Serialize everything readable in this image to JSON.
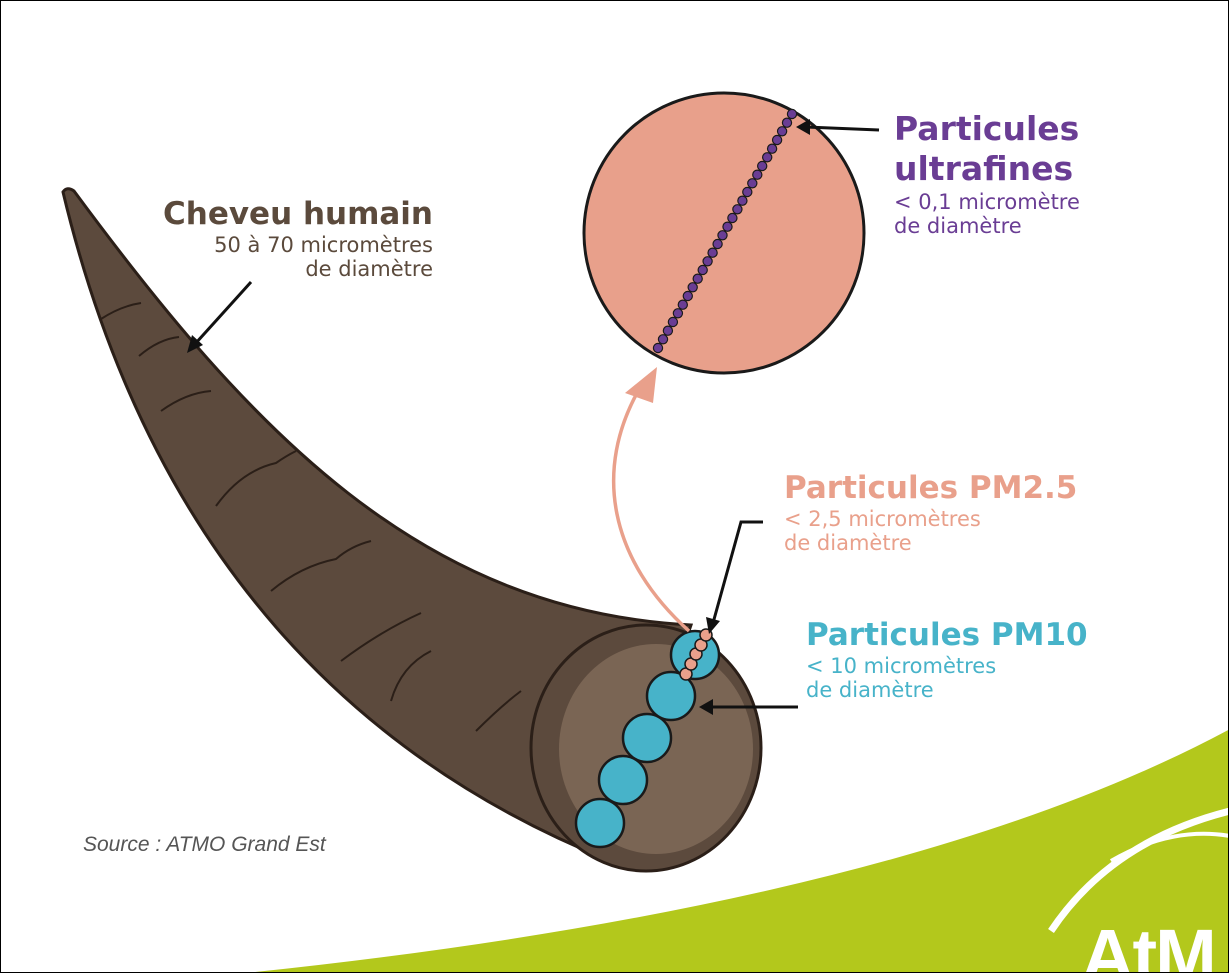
{
  "hair": {
    "title": "Cheveu humain",
    "line1": "50 à 70 micromètres",
    "line2": "de diamètre"
  },
  "ultrafine": {
    "title_line1": "Particules",
    "title_line2": "ultrafines",
    "line1": "< 0,1 micromètre",
    "line2": "de diamètre"
  },
  "pm25": {
    "title": "Particules PM2.5",
    "line1": "< 2,5 micromètres",
    "line2": "de diamètre"
  },
  "pm10": {
    "title": "Particules PM10",
    "line1": "< 10 micromètres",
    "line2": "de diamètre"
  },
  "source": "Source : ATMO Grand Est",
  "logo_text": "AtM",
  "colors": {
    "hair": "#5c4a3d",
    "hair_cross_section": "#7a6554",
    "zoom_circle": "#e8a08b",
    "ultrafine": "#6a3d94",
    "pm25": "#e9a08b",
    "pm10": "#47b3c9",
    "logo_green": "#b3c81c"
  }
}
